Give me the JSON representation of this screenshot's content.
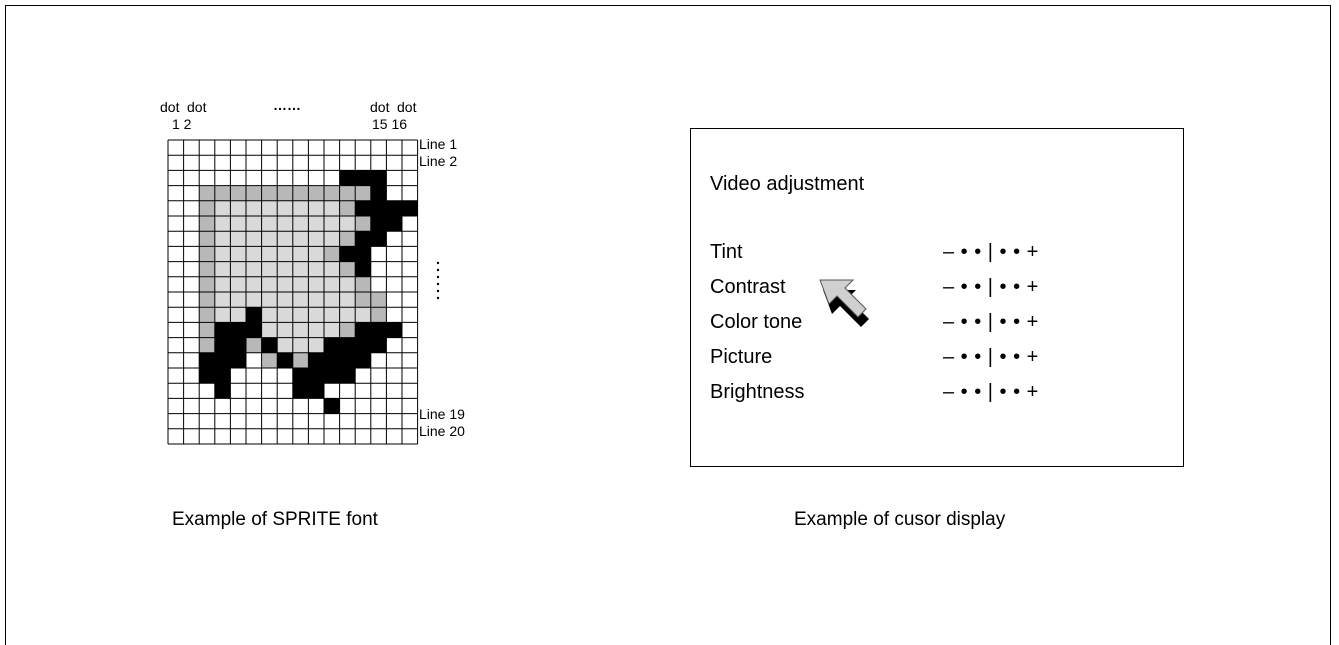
{
  "sprite_example": {
    "top_labels": {
      "dot_left_a": "dot",
      "dot_left_b": "dot",
      "num_left": "1 2",
      "ellipsis": "……",
      "dot_right_a": "dot",
      "dot_right_b": "dot",
      "num_right": "15 16"
    },
    "line_labels": {
      "line1": "Line 1",
      "line2": "Line 2",
      "line19": "Line 19",
      "line20": "Line 20"
    },
    "grid": {
      "columns": 16,
      "rows": 20
    },
    "pattern": [
      "................",
      "................",
      "...........BBB..",
      "..GGGGGGGGGGGB..",
      "..GLLLLLLLLGBBBB",
      "..GLLLLLLLLLGBB.",
      "..GLLLLLLLLGBB..",
      "..GLLLLLLLGBB...",
      "..GLLLLLLLLGB...",
      "..GLLLLLLLLLG...",
      "..GLLLLLLLLLGG..",
      "..GLLBLLLLLLLG..",
      "..GBBBLLLLLGBBB.",
      "..GBBGBLLLBBBB..",
      "..BBB.GBGBBBB...",
      "..BB....BBBB....",
      "...B....BB......",
      "..........B.....",
      "................",
      "................"
    ],
    "colors": {
      "B": "#000000",
      "G": "#b8b8b8",
      "L": "#d9d9d9",
      "grid_line": "#000000"
    },
    "caption": "Example of SPRITE font"
  },
  "cursor_example": {
    "title": "Video adjustment",
    "rows": [
      {
        "label": "Tint",
        "scale": "– • • | • • +"
      },
      {
        "label": "Contrast",
        "scale": "– • • | • • +"
      },
      {
        "label": "Color tone",
        "scale": "– • • | • • +"
      },
      {
        "label": "Picture",
        "scale": "– • • | • • +"
      },
      {
        "label": "Brightness",
        "scale": "– • • | • • +"
      }
    ],
    "cursor_icon": "arrow-cursor-icon",
    "cursor_colors": {
      "fill": "#d0d0d0",
      "shadow": "#000000"
    },
    "caption": "Example of cusor display"
  }
}
